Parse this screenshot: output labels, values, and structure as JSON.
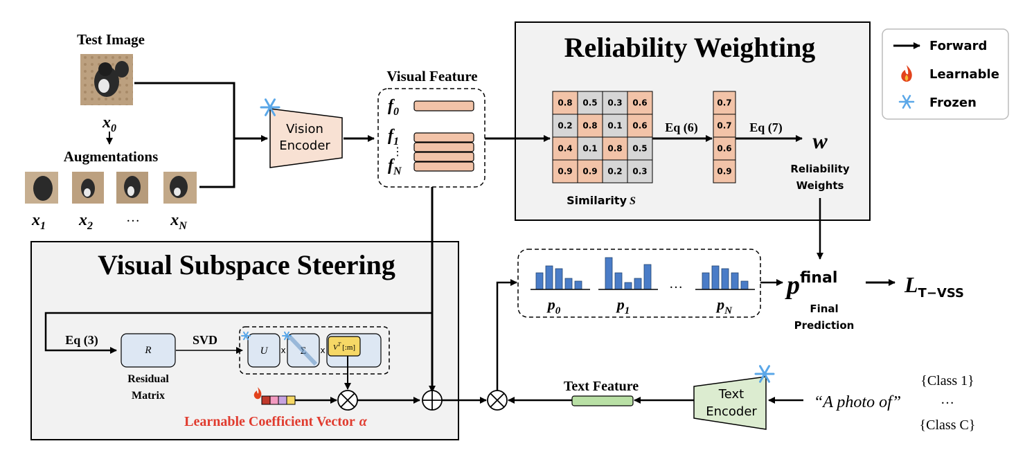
{
  "input": {
    "test_image_label": "Test Image",
    "x0_label": "x",
    "x0_sub": "0",
    "aug_label": "Augmentations",
    "aug_items": [
      {
        "base": "x",
        "sub": "1"
      },
      {
        "base": "x",
        "sub": "2"
      },
      {
        "base": "…",
        "sub": ""
      },
      {
        "base": "x",
        "sub": "N"
      }
    ]
  },
  "vision_encoder": {
    "line1": "Vision",
    "line2": "Encoder"
  },
  "visual_feature": {
    "title": "Visual Feature",
    "f0": {
      "base": "f",
      "sub": "0"
    },
    "f1": {
      "base": "f",
      "sub": "1"
    },
    "vdots": "⋮",
    "fN": {
      "base": "f",
      "sub": "N"
    }
  },
  "reliability": {
    "title": "Reliability Weighting",
    "matrix": [
      [
        "0.8",
        "0.5",
        "0.3",
        "0.6"
      ],
      [
        "0.2",
        "0.8",
        "0.1",
        "0.6"
      ],
      [
        "0.4",
        "0.1",
        "0.8",
        "0.5"
      ],
      [
        "0.9",
        "0.9",
        "0.2",
        "0.3"
      ]
    ],
    "matrix_colors": [
      [
        "o",
        "g",
        "g",
        "o"
      ],
      [
        "g",
        "o",
        "g",
        "o"
      ],
      [
        "o",
        "g",
        "o",
        "g"
      ],
      [
        "o",
        "o",
        "g",
        "g"
      ]
    ],
    "similarity_label": "Similarity",
    "similarity_symbol": "S",
    "eq6": "Eq (6)",
    "vector": [
      "0.7",
      "0.7",
      "0.6",
      "0.9"
    ],
    "eq7": "Eq (7)",
    "w_symbol": "w",
    "w_label_1": "Reliability",
    "w_label_2": "Weights"
  },
  "legend": {
    "forward": "Forward",
    "learnable": "Learnable",
    "frozen": "Frozen"
  },
  "steering": {
    "title": "Visual Subspace Steering",
    "eq3": "Eq (3)",
    "r_symbol": "R",
    "residual_1": "Residual",
    "residual_2": "Matrix",
    "svd": "SVD",
    "u_symbol": "U",
    "times": "x",
    "sigma_symbol": "Σ",
    "vt_symbol": "V",
    "vt_sup": "T",
    "vt_suffix": "[:m]",
    "coef_label": "Learnable Coefficient Vector",
    "coef_symbol": "α"
  },
  "predictions": {
    "items": [
      {
        "base": "p",
        "sub": "0"
      },
      {
        "base": "p",
        "sub": "1"
      },
      {
        "base": "p",
        "sub": "N"
      }
    ],
    "ellipsis": "…",
    "final_base": "p",
    "final_sup": "final",
    "final_label_1": "Final",
    "final_label_2": "Prediction",
    "loss_base": "L",
    "loss_sub": "T−VSS"
  },
  "text_side": {
    "text_feature": "Text Feature",
    "encoder_1": "Text",
    "encoder_2": "Encoder",
    "prompt": "“A photo of”",
    "class_first": "{Class 1}",
    "class_dots": "…",
    "class_last": "{Class C}"
  },
  "colors": {
    "orange_fill": "#f2c3a8",
    "gray_fill": "#d6d6d6",
    "encoder_fill": "#f8e1d3",
    "text_encoder_fill": "#dcecd0",
    "text_feature_fill": "#b9e0a5",
    "blue_block": "#dde7f3",
    "yellow_block": "#f6d866",
    "bar_blue": "#4a7cc7",
    "panel_bg": "#f2f2f2",
    "coef_red": "#e03b2e"
  }
}
